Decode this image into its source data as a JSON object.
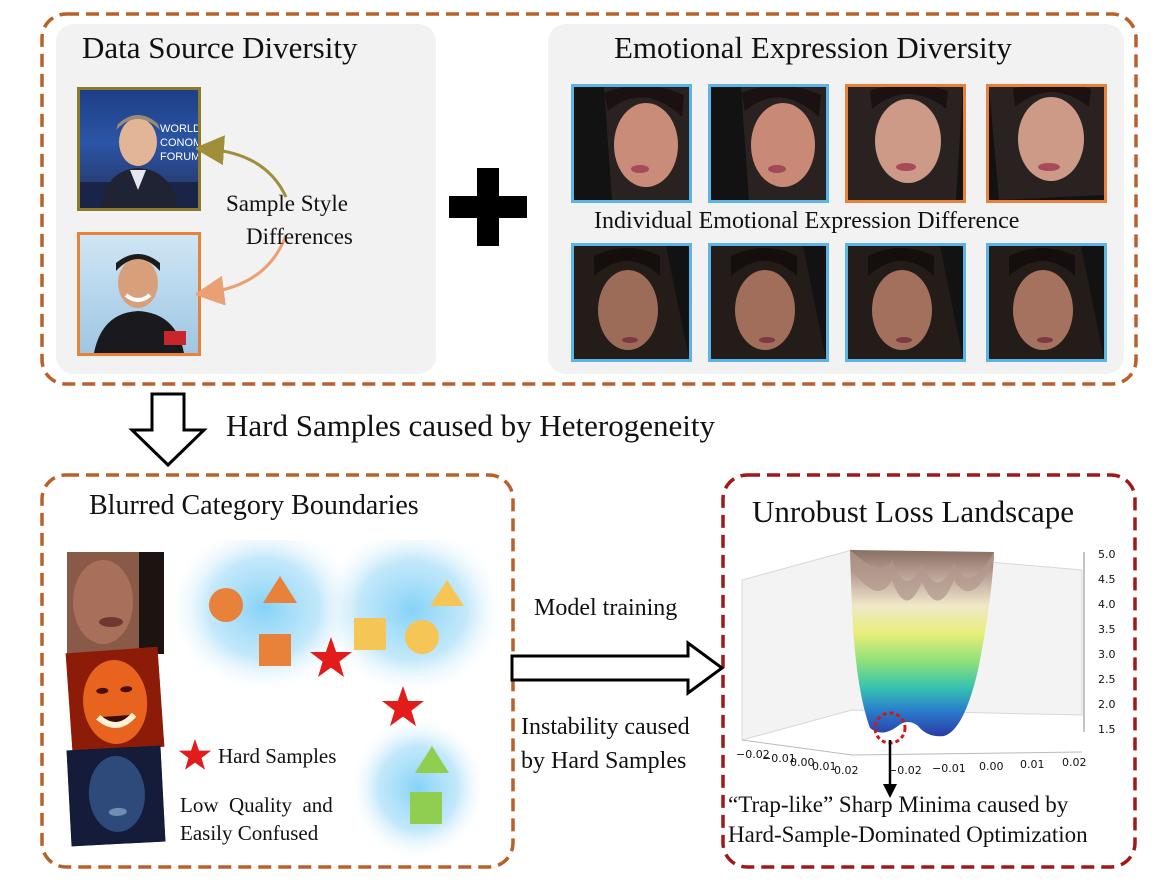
{
  "top": {
    "data_source_title": "Data Source Diversity",
    "sample_style_line1": "Sample Style",
    "sample_style_line2": "Differences",
    "plus_symbol": "+",
    "emotional_title": "Emotional Expression Diversity",
    "individual_diff": "Individual Emotional Expression Difference"
  },
  "middle": {
    "hard_samples_heading": "Hard Samples caused by Heterogeneity",
    "model_training": "Model training",
    "instability_line1": "Instability caused",
    "instability_line2": "by Hard Samples"
  },
  "bottom_left": {
    "title": "Blurred Category Boundaries",
    "legend_hard": "Hard Samples",
    "low_quality_line1": "Low  Quality  and",
    "low_quality_line2": "Easily Confused"
  },
  "bottom_right": {
    "title": "Unrobust Loss Landscape",
    "trap_line1": "“Trap-like” Sharp Minima caused by",
    "trap_line2": "Hard-Sample-Dominated Optimization",
    "z_ticks": [
      "5.0",
      "4.5",
      "4.0",
      "3.5",
      "3.0",
      "2.5",
      "2.0",
      "1.5"
    ],
    "x_ticks_left": [
      "−0.02",
      "−0.01",
      "0.00",
      "0.01",
      "0.02"
    ],
    "x_ticks_right": [
      "−0.02",
      "−0.01",
      "0.00",
      "0.01",
      "0.02"
    ]
  },
  "colors": {
    "orange_border": "#b8612a",
    "red_border": "#a01818",
    "face_blue": "#5ab4e6",
    "face_orange": "#e8823a",
    "shape_orange": "#e8823a",
    "shape_yellow": "#f5c655",
    "shape_green": "#8fce4e",
    "star_red": "#e21b1b"
  }
}
